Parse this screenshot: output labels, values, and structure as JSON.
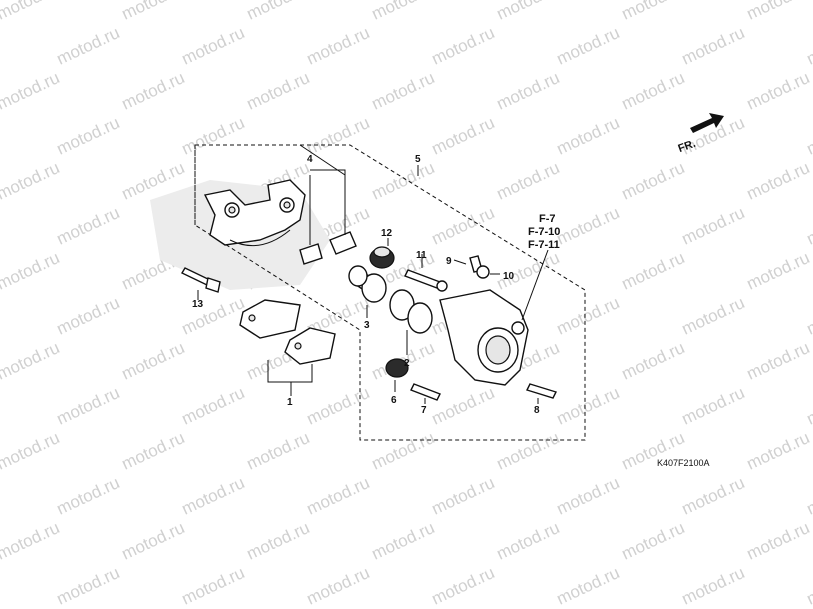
{
  "watermark": "motod.ru",
  "direction_label": "FR.",
  "diagram_code": "K407F2100A",
  "references": [
    "F-7",
    "F-7-10",
    "F-7-11"
  ],
  "callouts": {
    "c1": "1",
    "c2": "2",
    "c3": "3",
    "c4": "4",
    "c5": "5",
    "c6": "6",
    "c7": "7",
    "c8": "8",
    "c9": "9",
    "c10": "10",
    "c11": "11",
    "c12": "12",
    "c13": "13"
  }
}
